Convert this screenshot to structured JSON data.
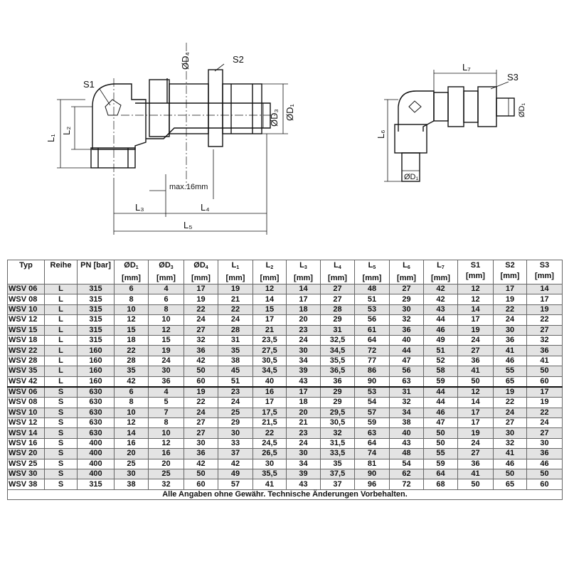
{
  "drawing": {
    "left": {
      "d4": "ØD₄",
      "s2": "S2",
      "s1": "S1",
      "d3": "ØD₃",
      "d1": "ØD₁",
      "l1": "L₁",
      "l2": "L₂",
      "max": "max.16mm",
      "l3": "L₃",
      "l4": "L₄",
      "l5": "L₅"
    },
    "right": {
      "l7": "L₇",
      "s3": "S3",
      "d1_top": "ØD₁",
      "l6": "L₆",
      "d1_bottom": "ØD₁"
    }
  },
  "table": {
    "headers": [
      {
        "main": "Typ",
        "sub": "",
        "unit": ""
      },
      {
        "main": "Reihe",
        "sub": "",
        "unit": ""
      },
      {
        "main": "PN [bar]",
        "sub": "",
        "unit": ""
      },
      {
        "main": "ØD",
        "sub": "1",
        "unit": "[mm]"
      },
      {
        "main": "ØD",
        "sub": "3",
        "unit": "[mm]"
      },
      {
        "main": "ØD",
        "sub": "4",
        "unit": "[mm]"
      },
      {
        "main": "L",
        "sub": "1",
        "unit": "[mm]"
      },
      {
        "main": "L",
        "sub": "2",
        "unit": "[mm]"
      },
      {
        "main": "L",
        "sub": "3",
        "unit": "[mm]"
      },
      {
        "main": "L",
        "sub": "4",
        "unit": "[mm]"
      },
      {
        "main": "L",
        "sub": "5",
        "unit": "[mm]"
      },
      {
        "main": "L",
        "sub": "6",
        "unit": "[mm]"
      },
      {
        "main": "L",
        "sub": "7",
        "unit": "[mm]"
      },
      {
        "main": "S1",
        "sub": "",
        "unit": "[mm]"
      },
      {
        "main": "S2",
        "sub": "",
        "unit": "[mm]"
      },
      {
        "main": "S3",
        "sub": "",
        "unit": "[mm]"
      }
    ],
    "rows": [
      [
        "WSV 06",
        "L",
        "315",
        "6",
        "4",
        "17",
        "19",
        "12",
        "14",
        "27",
        "48",
        "27",
        "42",
        "12",
        "17",
        "14"
      ],
      [
        "WSV 08",
        "L",
        "315",
        "8",
        "6",
        "19",
        "21",
        "14",
        "17",
        "27",
        "51",
        "29",
        "42",
        "12",
        "19",
        "17"
      ],
      [
        "WSV 10",
        "L",
        "315",
        "10",
        "8",
        "22",
        "22",
        "15",
        "18",
        "28",
        "53",
        "30",
        "43",
        "14",
        "22",
        "19"
      ],
      [
        "WSV 12",
        "L",
        "315",
        "12",
        "10",
        "24",
        "24",
        "17",
        "20",
        "29",
        "56",
        "32",
        "44",
        "17",
        "24",
        "22"
      ],
      [
        "WSV 15",
        "L",
        "315",
        "15",
        "12",
        "27",
        "28",
        "21",
        "23",
        "31",
        "61",
        "36",
        "46",
        "19",
        "30",
        "27"
      ],
      [
        "WSV 18",
        "L",
        "315",
        "18",
        "15",
        "32",
        "31",
        "23,5",
        "24",
        "32,5",
        "64",
        "40",
        "49",
        "24",
        "36",
        "32"
      ],
      [
        "WSV 22",
        "L",
        "160",
        "22",
        "19",
        "36",
        "35",
        "27,5",
        "30",
        "34,5",
        "72",
        "44",
        "51",
        "27",
        "41",
        "36"
      ],
      [
        "WSV 28",
        "L",
        "160",
        "28",
        "24",
        "42",
        "38",
        "30,5",
        "34",
        "35,5",
        "77",
        "47",
        "52",
        "36",
        "46",
        "41"
      ],
      [
        "WSV 35",
        "L",
        "160",
        "35",
        "30",
        "50",
        "45",
        "34,5",
        "39",
        "36,5",
        "86",
        "56",
        "58",
        "41",
        "55",
        "50"
      ],
      [
        "WSV 42",
        "L",
        "160",
        "42",
        "36",
        "60",
        "51",
        "40",
        "43",
        "36",
        "90",
        "63",
        "59",
        "50",
        "65",
        "60"
      ],
      [
        "WSV 06",
        "S",
        "630",
        "6",
        "4",
        "19",
        "23",
        "16",
        "17",
        "29",
        "53",
        "31",
        "44",
        "12",
        "19",
        "17"
      ],
      [
        "WSV 08",
        "S",
        "630",
        "8",
        "5",
        "22",
        "24",
        "17",
        "18",
        "29",
        "54",
        "32",
        "44",
        "14",
        "22",
        "19"
      ],
      [
        "WSV 10",
        "S",
        "630",
        "10",
        "7",
        "24",
        "25",
        "17,5",
        "20",
        "29,5",
        "57",
        "34",
        "46",
        "17",
        "24",
        "22"
      ],
      [
        "WSV 12",
        "S",
        "630",
        "12",
        "8",
        "27",
        "29",
        "21,5",
        "21",
        "30,5",
        "59",
        "38",
        "47",
        "17",
        "27",
        "24"
      ],
      [
        "WSV 14",
        "S",
        "630",
        "14",
        "10",
        "27",
        "30",
        "22",
        "23",
        "32",
        "63",
        "40",
        "50",
        "19",
        "30",
        "27"
      ],
      [
        "WSV 16",
        "S",
        "400",
        "16",
        "12",
        "30",
        "33",
        "24,5",
        "24",
        "31,5",
        "64",
        "43",
        "50",
        "24",
        "32",
        "30"
      ],
      [
        "WSV 20",
        "S",
        "400",
        "20",
        "16",
        "36",
        "37",
        "26,5",
        "30",
        "33,5",
        "74",
        "48",
        "55",
        "27",
        "41",
        "36"
      ],
      [
        "WSV 25",
        "S",
        "400",
        "25",
        "20",
        "42",
        "42",
        "30",
        "34",
        "35",
        "81",
        "54",
        "59",
        "36",
        "46",
        "46"
      ],
      [
        "WSV 30",
        "S",
        "400",
        "30",
        "25",
        "50",
        "49",
        "35,5",
        "39",
        "37,5",
        "90",
        "62",
        "64",
        "41",
        "50",
        "50"
      ],
      [
        "WSV 38",
        "S",
        "315",
        "38",
        "32",
        "60",
        "57",
        "41",
        "43",
        "37",
        "96",
        "72",
        "68",
        "50",
        "65",
        "60"
      ]
    ],
    "footer": "Alle Angaben ohne Gewähr. Technische Änderungen Vorbehalten."
  }
}
